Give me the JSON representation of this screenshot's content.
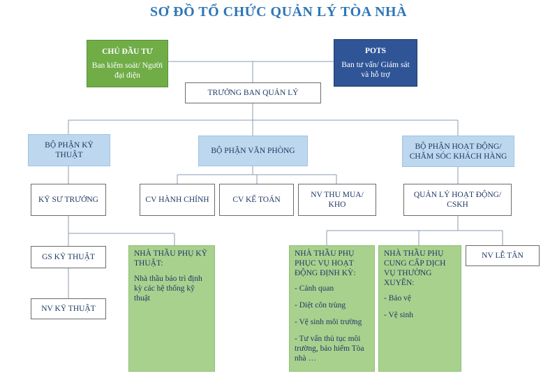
{
  "title": "SƠ ĐỒ TỔ CHỨC QUẢN LÝ TÒA NHÀ",
  "investor": {
    "title": "CHỦ ĐẦU TƯ",
    "desc": "Ban kiểm soát/ Người đại diện"
  },
  "pots": {
    "title": "POTS",
    "desc": "Ban tư vấn/ Giám sát và hỗ trợ"
  },
  "head": "TRƯỞNG BAN QUẢN LÝ",
  "departments": {
    "technical": "BỘ PHẬN KỸ THUẬT",
    "office": "BỘ PHẬN VĂN PHÒNG",
    "operations": "BỘ PHẬN HOẠT ĐỘNG/ CHĂM SÓC KHÁCH HÀNG"
  },
  "chief_engineer": "KỸ SƯ TRƯỞNG",
  "office_roles": [
    "CV HÀNH CHÍNH",
    "CV KẾ TOÁN",
    "NV THU MUA/ KHO"
  ],
  "ops_manager": "QUẢN LÝ HOẠT ĐỘNG/ CSKH",
  "tech_supervisor": "GS KỸ THUẬT",
  "tech_staff": "NV KỸ THUẬT",
  "receptionist": "NV LỄ TÂN",
  "sub_tech": {
    "title": "NHÀ THẦU PHỤ KỸ THUẬT:",
    "desc": "Nhà thầu bảo trì định kỳ các hệ thống kỹ thuật"
  },
  "sub_periodic": {
    "title": "NHÀ THẦU PHỤ PHỤC VỤ HOẠT ĐỘNG ĐỊNH KỲ:",
    "items": [
      "- Cảnh quan",
      "- Diệt côn trùng",
      "- Vệ sinh môi trường",
      "- Tư vấn thủ tục môi trường, bảo hiểm Tòa nhà …"
    ]
  },
  "sub_regular": {
    "title": "NHÀ THẦU PHỤ CUNG CẤP DỊCH VỤ THƯỜNG XUYÊN:",
    "items": [
      "- Bảo vệ",
      "- Vệ sinh"
    ]
  },
  "colors": {
    "blue_box": "#bdd7ee",
    "green_box": "#a9d18e",
    "investor": "#70ad47",
    "pots": "#2f5597",
    "title": "#2e75b6"
  }
}
